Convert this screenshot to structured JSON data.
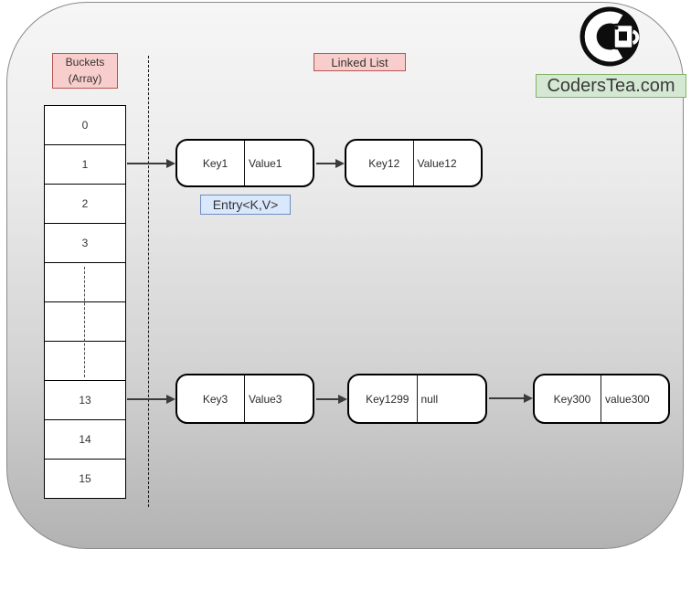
{
  "labels": {
    "buckets_line1": "Buckets",
    "buckets_line2": "(Array)",
    "linked_list": "Linked List",
    "entry": "Entry<K,V>",
    "brand": "CodersTea.com"
  },
  "logo": {
    "icon": "coderstea-cup-logo",
    "letter": "C"
  },
  "bucket_array": {
    "cells": [
      "0",
      "1",
      "2",
      "3",
      "",
      "",
      "",
      "13",
      "14",
      "15"
    ]
  },
  "chains": [
    {
      "from_bucket": "1",
      "nodes": [
        {
          "key": "Key1",
          "value": "Value1"
        },
        {
          "key": "Key12",
          "value": "Value12"
        }
      ]
    },
    {
      "from_bucket": "13",
      "nodes": [
        {
          "key": "Key3",
          "value": "Value3"
        },
        {
          "key": "Key1299",
          "value": "null"
        },
        {
          "key": "Key300",
          "value": "value300"
        }
      ]
    }
  ],
  "colors": {
    "pink_bg": "#f8cecc",
    "pink_border": "#b85450",
    "blue_bg": "#dae8fc",
    "blue_border": "#6c8ebf",
    "green_bg": "#d5e8d4",
    "green_border": "#82b366",
    "canvas_top": "#f6f6f6",
    "canvas_bottom": "#b2b2b2",
    "node_border": "#000000",
    "arrow": "#3b3b3b"
  }
}
